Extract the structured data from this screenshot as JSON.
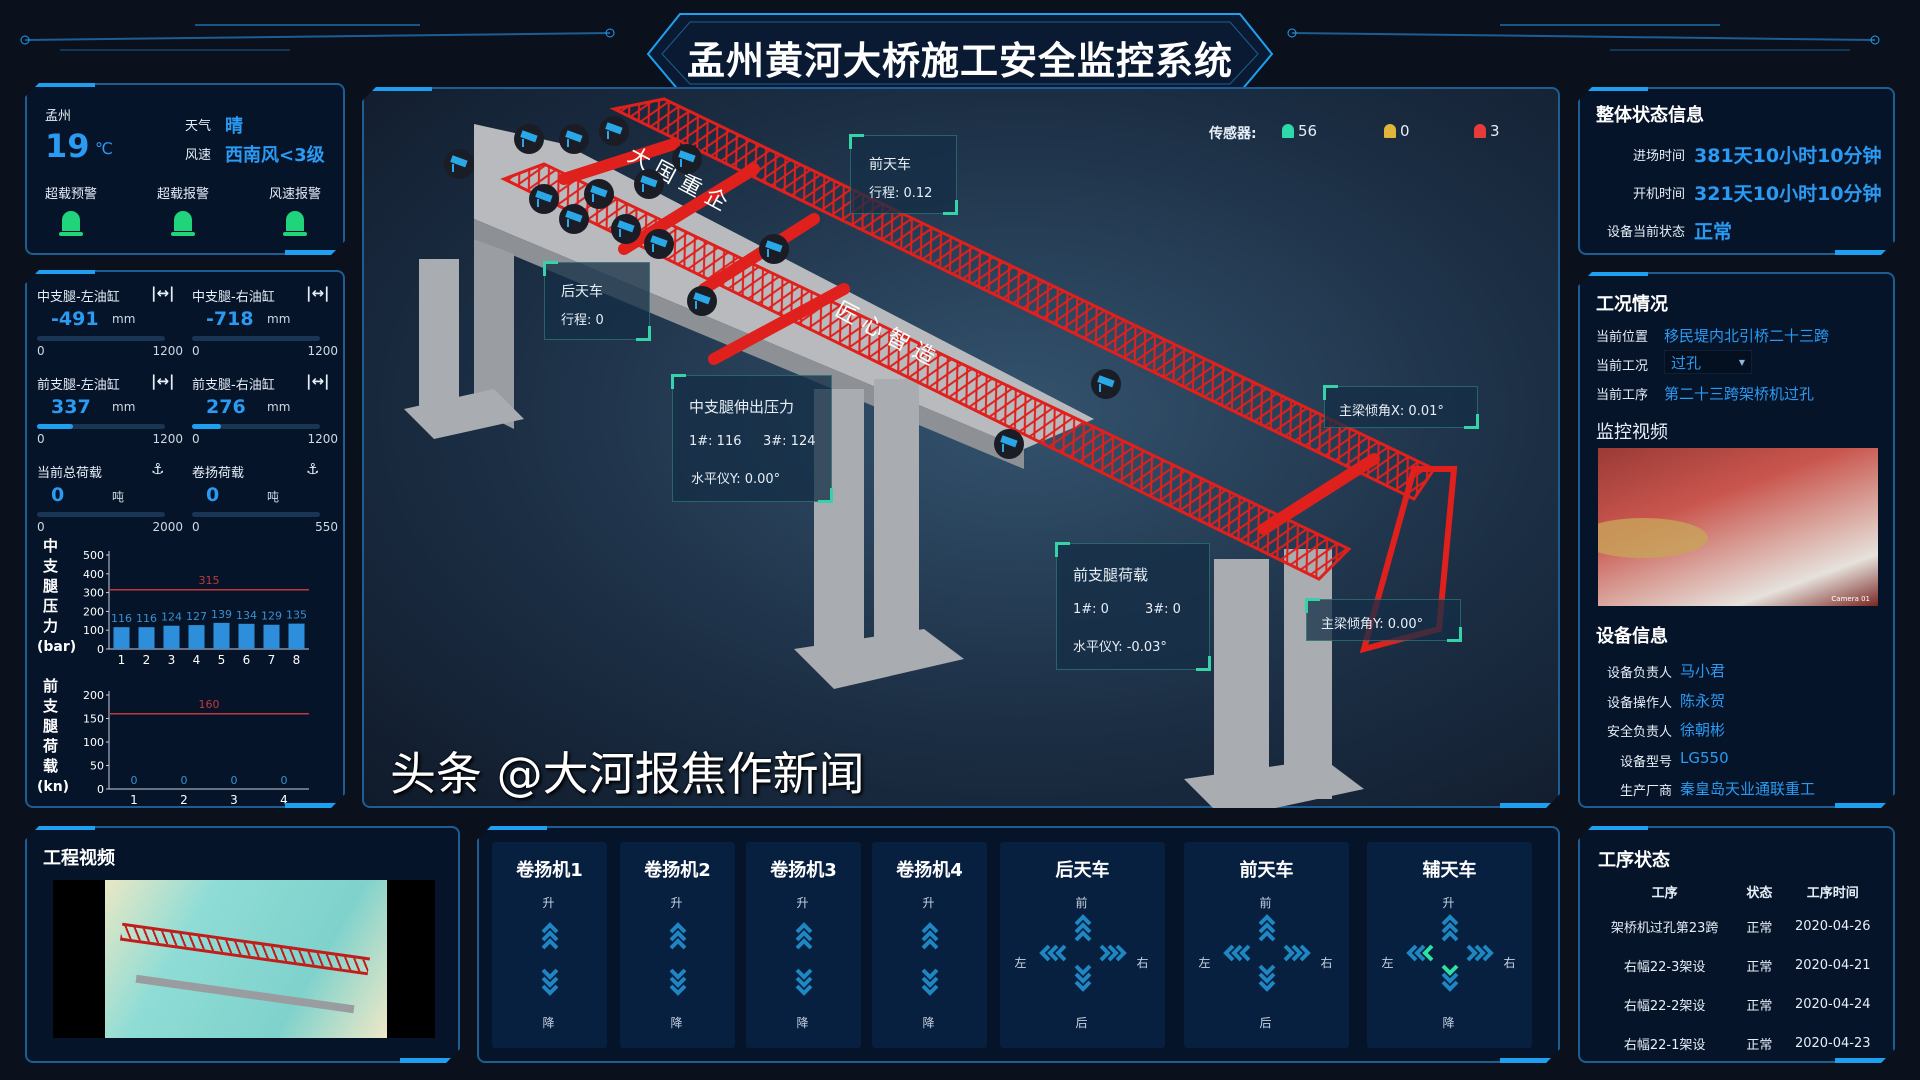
{
  "title": "孟州黄河大桥施工安全监控系统",
  "weather": {
    "city": "孟州",
    "temp": "19",
    "unit": "℃",
    "weather_label": "天气",
    "weather_value": "晴",
    "wind_label": "风速",
    "wind_value": "西南风<3级",
    "alarms": [
      {
        "label": "超载预警",
        "state": "normal"
      },
      {
        "label": "超载报警",
        "state": "normal"
      },
      {
        "label": "风速报警",
        "state": "normal"
      }
    ],
    "alarm_color": "#1fd47a"
  },
  "gauges": [
    {
      "label": "中支腿-左油缸",
      "value": "-491",
      "unit": "mm",
      "min": "0",
      "max": "1200",
      "icon": "stroke-icon",
      "fraction": 0
    },
    {
      "label": "中支腿-右油缸",
      "value": "-718",
      "unit": "mm",
      "min": "0",
      "max": "1200",
      "icon": "stroke-icon",
      "fraction": 0
    },
    {
      "label": "前支腿-左油缸",
      "value": "337",
      "unit": "mm",
      "min": "0",
      "max": "1200",
      "icon": "stroke-icon",
      "fraction": 0.28
    },
    {
      "label": "前支腿-右油缸",
      "value": "276",
      "unit": "mm",
      "min": "0",
      "max": "1200",
      "icon": "stroke-icon",
      "fraction": 0.23
    },
    {
      "label": "当前总荷载",
      "value": "0",
      "unit": "吨",
      "min": "0",
      "max": "2000",
      "icon": "hook-icon",
      "fraction": 0
    },
    {
      "label": "卷扬荷载",
      "value": "0",
      "unit": "吨",
      "min": "0",
      "max": "550",
      "icon": "hook-icon",
      "fraction": 0
    }
  ],
  "chart_data": [
    {
      "type": "bar",
      "ylabel": "中支腿压力(bar)",
      "categories": [
        "1",
        "2",
        "3",
        "4",
        "5",
        "6",
        "7",
        "8"
      ],
      "values": [
        116,
        116,
        124,
        127,
        139,
        134,
        129,
        135
      ],
      "ylim": [
        0,
        500
      ],
      "yticks": [
        0,
        100,
        200,
        300,
        400,
        500
      ],
      "threshold": 315,
      "threshold_label": "315",
      "bar_color": "#2d8fdc",
      "threshold_color": "#c0393b"
    },
    {
      "type": "bar",
      "ylabel": "前支腿荷载(kn)",
      "categories": [
        "1",
        "2",
        "3",
        "4"
      ],
      "values": [
        0,
        0,
        0,
        0
      ],
      "ylim": [
        0,
        200
      ],
      "yticks": [
        0,
        50,
        100,
        150,
        200
      ],
      "threshold": 160,
      "threshold_label": "160",
      "bar_color": "#2d8fdc",
      "threshold_color": "#c0393b"
    }
  ],
  "scene": {
    "sensors_label": "传感器:",
    "sensor_green": "56",
    "sensor_yellow": "0",
    "sensor_red": "3",
    "front_trolley": {
      "title": "前天车",
      "travel": "行程:  0.12"
    },
    "rear_trolley": {
      "title": "后天车",
      "travel": "行程:  0"
    },
    "mid_leg": {
      "title": "中支腿伸出压力",
      "p1": "1#:  116",
      "p3": "3#:  124",
      "level": "水平仪Y:   0.00°"
    },
    "front_leg": {
      "title": "前支腿荷载",
      "p1": "1#:  0",
      "p3": "3#:  0",
      "level": "水平仪Y:   -0.03°"
    },
    "tilt_x": "主梁倾角X:   0.01°",
    "tilt_y": "主梁倾角Y:   0.00°",
    "slogan1": "大 国 重 企",
    "slogan2": "匠 心 智 造"
  },
  "status": {
    "title": "整体状态信息",
    "rows": [
      {
        "label": "进场时间",
        "value": "381天10小时10分钟"
      },
      {
        "label": "开机时间",
        "value": "321天10小时10分钟"
      },
      {
        "label": "设备当前状态",
        "value": "正常"
      }
    ]
  },
  "work": {
    "title": "工况情况",
    "position_label": "当前位置",
    "position": "移民堤内北引桥二十三跨",
    "mode_label": "当前工况",
    "mode": "过孔",
    "step_label": "当前工序",
    "step": "第二十三跨架桥机过孔",
    "video_title": "监控视频",
    "video_caption": "Camera 01"
  },
  "device": {
    "title": "设备信息",
    "rows": [
      {
        "label": "设备负责人",
        "value": "马小君"
      },
      {
        "label": "设备操作人",
        "value": "陈永贺"
      },
      {
        "label": "安全负责人",
        "value": "徐朝彬"
      },
      {
        "label": "设备型号",
        "value": "LG550"
      },
      {
        "label": "生产厂商",
        "value": "秦皇岛天业通联重工"
      }
    ]
  },
  "project_video": {
    "title": "工程视频"
  },
  "controls": [
    {
      "title": "卷扬机1",
      "type": "updown",
      "up": "升",
      "down": "降"
    },
    {
      "title": "卷扬机2",
      "type": "updown",
      "up": "升",
      "down": "降"
    },
    {
      "title": "卷扬机3",
      "type": "updown",
      "up": "升",
      "down": "降"
    },
    {
      "title": "卷扬机4",
      "type": "updown",
      "up": "升",
      "down": "降"
    },
    {
      "title": "后天车",
      "type": "cross",
      "up": "前",
      "down": "后",
      "left": "左",
      "right": "右"
    },
    {
      "title": "前天车",
      "type": "cross",
      "up": "前",
      "down": "后",
      "left": "左",
      "right": "右"
    },
    {
      "title": "辅天车",
      "type": "cross",
      "up": "升",
      "down": "降",
      "left": "左",
      "right": "右",
      "active": [
        "left",
        "down"
      ]
    }
  ],
  "process": {
    "title": "工序状态",
    "headers": [
      "工序",
      "状态",
      "工序时间"
    ],
    "rows": [
      [
        "架桥机过孔第23跨",
        "正常",
        "2020-04-26"
      ],
      [
        "右幅22-3架设",
        "正常",
        "2020-04-21"
      ],
      [
        "右幅22-2架设",
        "正常",
        "2020-04-24"
      ],
      [
        "右幅22-1架设",
        "正常",
        "2020-04-23"
      ]
    ]
  },
  "watermark": "头条 @大河报焦作新闻",
  "colors": {
    "accent": "#1f9ff0",
    "value": "#2a9af2",
    "active_arrow": "#2fe0a0",
    "arrow": "#1f86c2"
  }
}
